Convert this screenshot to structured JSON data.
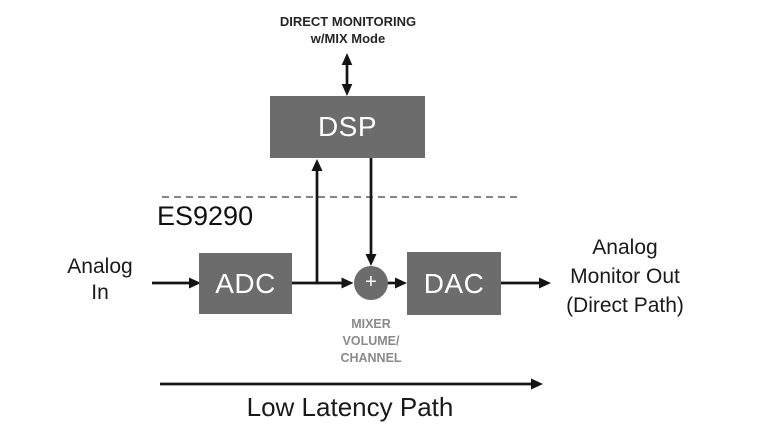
{
  "colors": {
    "box_gray": "#6c6c6c",
    "caption_gray": "#8a8a8a",
    "line_color": "#141414",
    "text_color": "#1a1a1a",
    "background": "#ffffff"
  },
  "top_label": {
    "line1": "DIRECT MONITORING",
    "line2": "w/MIX Mode"
  },
  "chip_label": "ES9290",
  "blocks": {
    "dsp": "DSP",
    "adc": "ADC",
    "dac": "DAC"
  },
  "mixer": {
    "symbol": "+",
    "caption_line1": "MIXER",
    "caption_line2": "VOLUME/",
    "caption_line3": "CHANNEL"
  },
  "input_label": {
    "line1": "Analog",
    "line2": "In"
  },
  "output_label": {
    "line1": "Analog",
    "line2": "Monitor Out",
    "line3": "(Direct Path)"
  },
  "bottom_label": "Low Latency Path"
}
